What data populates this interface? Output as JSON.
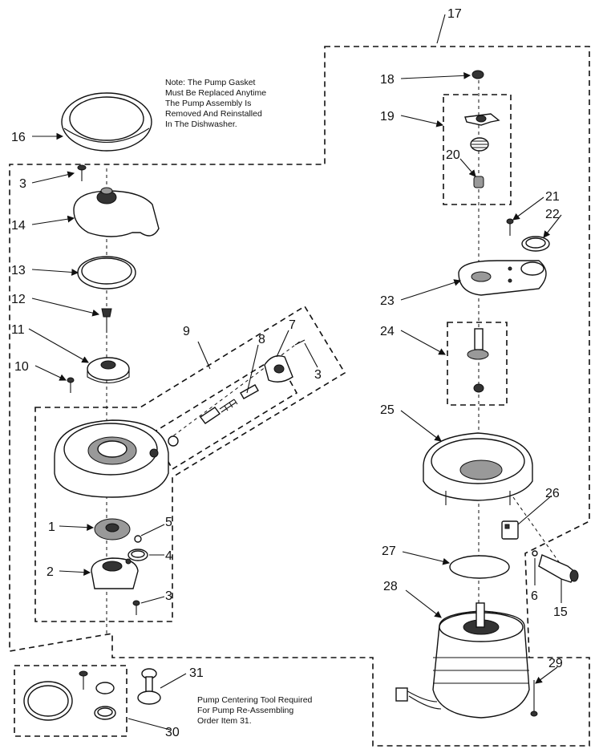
{
  "notes": {
    "gasket_note": [
      "Note: The Pump Gasket",
      "Must Be Replaced Anytime",
      "The Pump Assembly Is",
      "Removed And Reinstalled",
      "In The Dishwasher."
    ],
    "tool_note": [
      "Pump Centering Tool Required",
      "For Pump Re-Assembling",
      "Order Item 31."
    ]
  },
  "callouts": {
    "n1": "1",
    "n2": "2",
    "n3a": "3",
    "n3b": "3",
    "n3c": "3",
    "n4": "4",
    "n5": "5",
    "n6": "6",
    "n7": "7",
    "n8": "8",
    "n9": "9",
    "n10": "10",
    "n11": "11",
    "n12": "12",
    "n13": "13",
    "n14": "14",
    "n15": "15",
    "n16": "16",
    "n17": "17",
    "n18": "18",
    "n19": "19",
    "n20": "20",
    "n21": "21",
    "n22": "22",
    "n23": "23",
    "n24": "24",
    "n25": "25",
    "n26": "26",
    "n27": "27",
    "n28": "28",
    "n29": "29",
    "n30": "30",
    "n31": "31"
  }
}
